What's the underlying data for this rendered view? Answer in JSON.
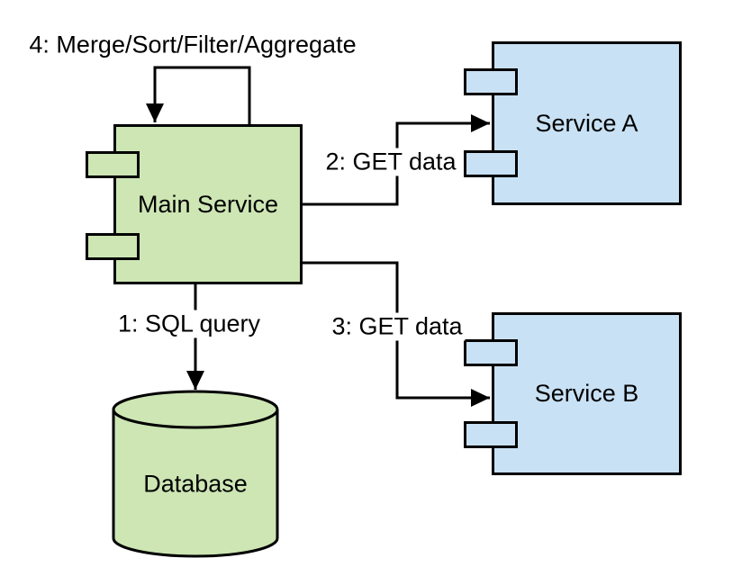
{
  "theme": {
    "node_green": "#cde6b4",
    "node_blue": "#c9e1f4",
    "line_color": "#000000",
    "canvas_bg": "#ffffff",
    "text_color": "#000000"
  },
  "nodes": {
    "main_service": {
      "label": "Main Service",
      "shape": "uml-component",
      "fill": "#cde6b4"
    },
    "service_a": {
      "label": "Service A",
      "shape": "uml-component",
      "fill": "#c9e1f4"
    },
    "service_b": {
      "label": "Service B",
      "shape": "uml-component",
      "fill": "#c9e1f4"
    },
    "database": {
      "label": "Database",
      "shape": "cylinder",
      "fill": "#cde6b4"
    }
  },
  "edges": {
    "sql_query": {
      "label": "1: SQL query",
      "from": "main_service",
      "to": "database"
    },
    "get_data_a": {
      "label": "2: GET data",
      "from": "main_service",
      "to": "service_a"
    },
    "get_data_b": {
      "label": "3: GET data",
      "from": "main_service",
      "to": "service_b"
    },
    "merge_loop": {
      "label": "4: Merge/Sort/Filter/Aggregate",
      "from": "main_service",
      "to": "main_service"
    }
  }
}
